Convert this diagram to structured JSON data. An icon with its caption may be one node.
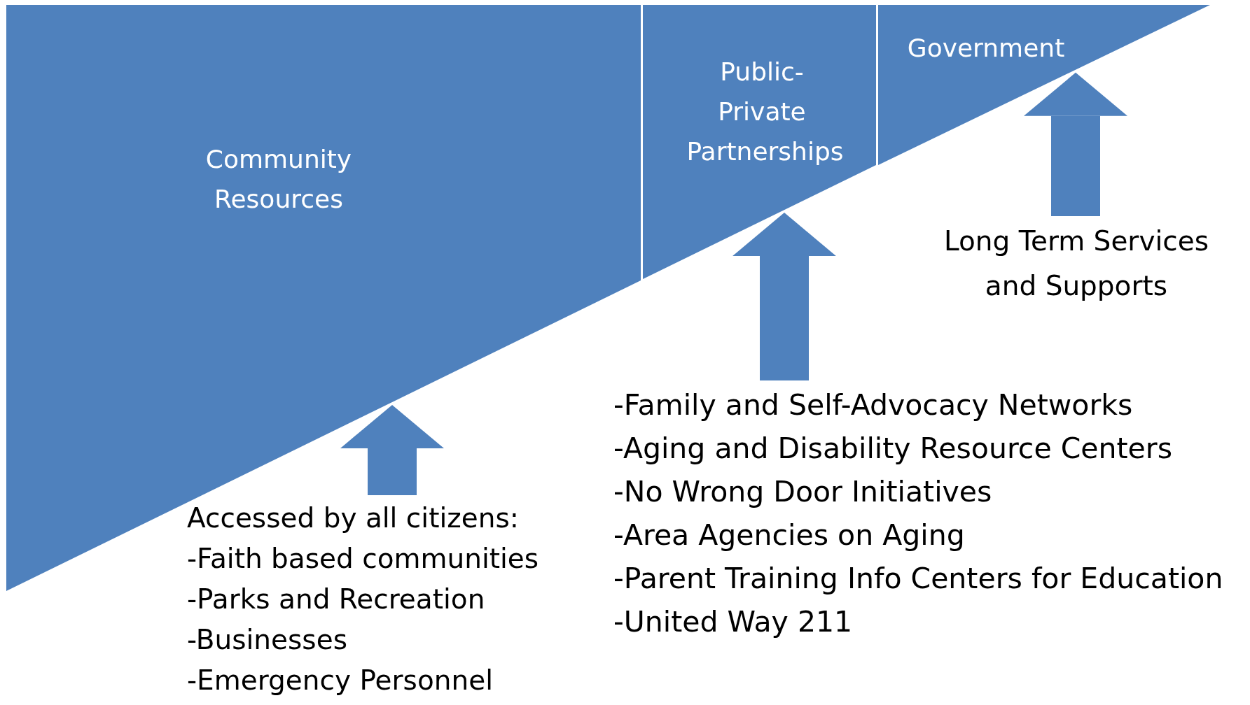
{
  "diagram": {
    "nodes": [
      {
        "text": [
          "Community Resources"
        ]
      },
      {
        "text": [
          "Public-Private Partnerships"
        ]
      },
      {
        "text": [
          "Government"
        ]
      },
      {
        "text": [
          "Accessed by all citizens:",
          "-Faith based communities",
          "-Parks and Recreation",
          "-Businesses",
          "-Emergency Personnel"
        ]
      },
      {
        "text": [
          "-Family and Self-Advocacy Networks",
          "-Aging and Disability Resource Centers",
          "-No Wrong Door Initiatives",
          "-Area Agencies on Aging",
          "-Parent Training Info Centers for Education",
          "-United Way 211"
        ]
      },
      {
        "text": [
          "Long Term Services and Supports"
        ]
      }
    ],
    "edges": [
      {
        "from": 3,
        "to": 0,
        "arrow": "to"
      },
      {
        "from": 4,
        "to": 1,
        "arrow": "to"
      },
      {
        "from": 5,
        "to": 2,
        "arrow": "to"
      }
    ]
  }
}
